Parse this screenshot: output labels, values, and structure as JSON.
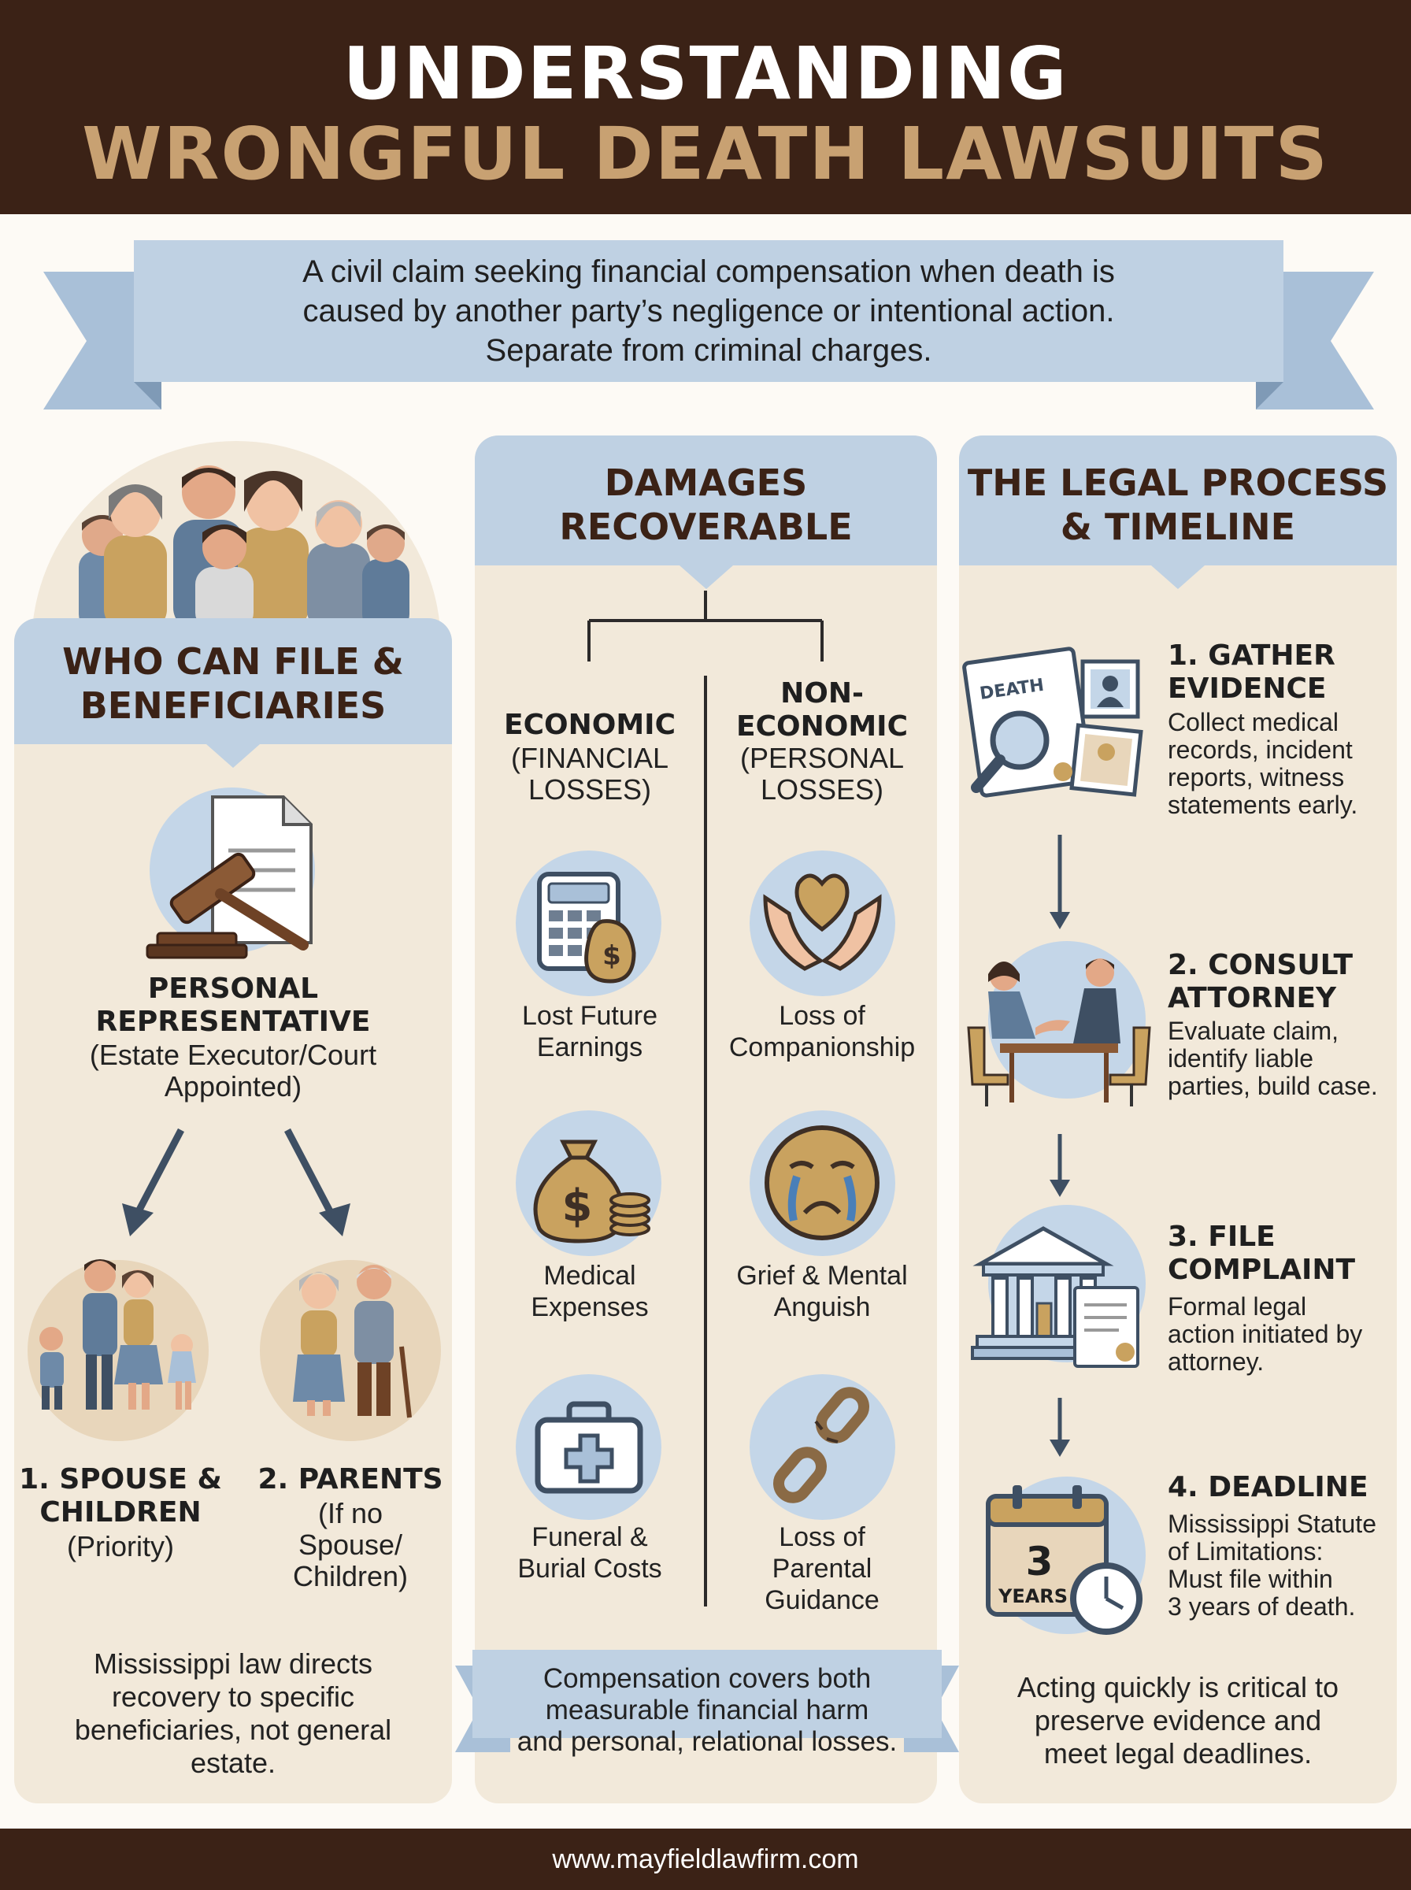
{
  "header": {
    "title_line1": "UNDERSTANDING",
    "title_line2": "WRONGFUL DEATH LAWSUITS"
  },
  "banner": {
    "line1": "A civil claim seeking financial compensation when death is",
    "line2": "caused by another party’s negligence or intentional action.",
    "line3": "Separate from criminal charges."
  },
  "who_can_file": {
    "title_line1": "WHO CAN FILE &",
    "title_line2": "BENEFICIARIES",
    "rep_title_line1": "PERSONAL",
    "rep_title_line2": "REPRESENTATIVE",
    "rep_sub_line1": "(Estate Executor/Court",
    "rep_sub_line2": "Appointed)",
    "b1_title_line1": "1. SPOUSE &",
    "b1_title_line2": "CHILDREN",
    "b1_sub": "(Priority)",
    "b2_title": "2. PARENTS",
    "b2_sub_line1": "(If no",
    "b2_sub_line2": "Spouse/",
    "b2_sub_line3": "Children)",
    "note_line1": "Mississippi law directs",
    "note_line2": "recovery to specific",
    "note_line3": "beneficiaries, not general",
    "note_line4": "estate."
  },
  "damages": {
    "title_line1": "DAMAGES",
    "title_line2": "RECOVERABLE",
    "economic_title": "ECONOMIC",
    "economic_sub_line1": "(FINANCIAL",
    "economic_sub_line2": "LOSSES)",
    "noneconomic_title_line1": "NON-",
    "noneconomic_title_line2": "ECONOMIC",
    "noneconomic_sub_line1": "(PERSONAL",
    "noneconomic_sub_line2": "LOSSES)",
    "economic_items": [
      {
        "line1": "Lost Future",
        "line2": "Earnings",
        "icon": "calculator-money-bag-icon"
      },
      {
        "line1": "Medical",
        "line2": "Expenses",
        "icon": "money-bag-icon"
      },
      {
        "line1": "Funeral &",
        "line2": "Burial Costs",
        "icon": "medical-kit-icon"
      }
    ],
    "noneconomic_items": [
      {
        "line1": "Loss of",
        "line2": "Companionship",
        "line3": "",
        "icon": "heart-hands-icon"
      },
      {
        "line1": "Grief & Mental",
        "line2": "Anguish",
        "line3": "",
        "icon": "crying-face-icon"
      },
      {
        "line1": "Loss of",
        "line2": "Parental",
        "line3": "Guidance",
        "icon": "broken-chain-icon"
      }
    ],
    "note_line1": "Compensation covers both",
    "note_line2": "measurable financial harm",
    "note_line3": "and personal, relational losses."
  },
  "process": {
    "title_line1": "THE LEGAL PROCESS",
    "title_line2": "& TIMELINE",
    "steps": [
      {
        "title_line1": "1. GATHER",
        "title_line2": "EVIDENCE",
        "desc_line1": "Collect medical",
        "desc_line2": "records, incident",
        "desc_line3": "reports, witness",
        "desc_line4": "statements early.",
        "icon": "evidence-documents-icon"
      },
      {
        "title_line1": "2. CONSULT",
        "title_line2": "ATTORNEY",
        "desc_line1": "Evaluate claim,",
        "desc_line2": "identify liable",
        "desc_line3": "parties, build case.",
        "desc_line4": "",
        "icon": "attorney-handshake-icon"
      },
      {
        "title_line1": "3. FILE",
        "title_line2": "COMPLAINT",
        "desc_line1": "Formal legal",
        "desc_line2": "action initiated by",
        "desc_line3": "attorney.",
        "desc_line4": "",
        "icon": "courthouse-icon"
      },
      {
        "title_line1": "4. DEADLINE",
        "title_line2": "",
        "desc_line1": "Mississippi Statute",
        "desc_line2": "of Limitations:",
        "desc_line3": "Must file within",
        "desc_line4": "3 years of death.",
        "icon": "calendar-clock-icon"
      }
    ],
    "evidence_doc_label": "DEATH",
    "calendar_number": "3",
    "calendar_label": "YEARS",
    "note_line1": "Acting quickly is critical to",
    "note_line2": "preserve evidence and",
    "note_line3": "meet legal deadlines."
  },
  "footer": {
    "url": "www.mayfieldlawfirm.com"
  },
  "colors": {
    "brown": "#3b2216",
    "tan_accent": "#c8a172",
    "light_blue": "#bfd1e3",
    "cream": "#f2e9da"
  }
}
